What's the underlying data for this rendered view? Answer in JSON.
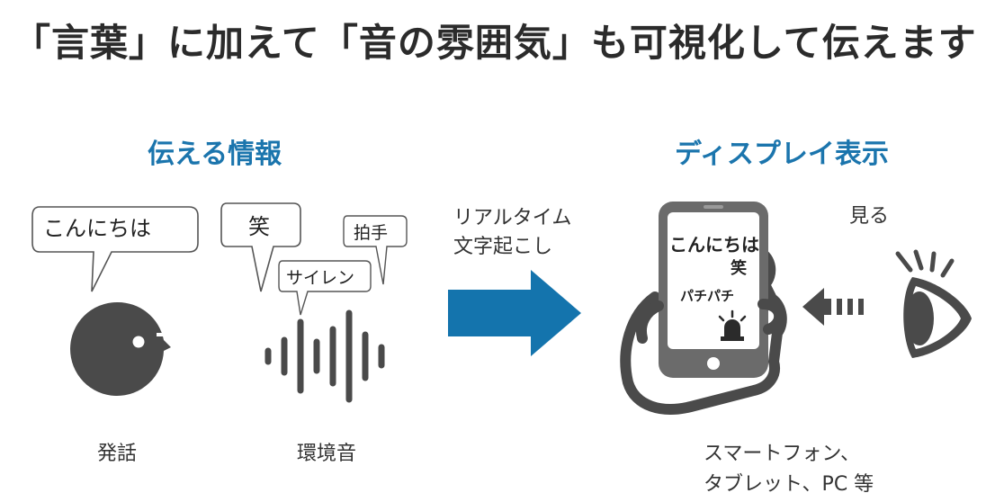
{
  "title": "「言葉」に加えて「音の雰囲気」も可視化して伝えます",
  "left_section": {
    "heading": "伝える情報",
    "speech": {
      "bubble": "こんにちは",
      "label": "発話"
    },
    "environment": {
      "bubbles": [
        "笑",
        "サイレン",
        "拍手"
      ],
      "label": "環境音"
    }
  },
  "middle": {
    "caption_line1": "リアルタイム",
    "caption_line2": "文字起こし"
  },
  "right_section": {
    "heading": "ディスプレイ表示",
    "phone_lines": [
      "こんにちは",
      "笑",
      "パチパチ"
    ],
    "see_label": "見る",
    "devices_line1": "スマートフォン、",
    "devices_line2": "タブレット、PC 等"
  },
  "colors": {
    "accent_blue": "#1b75ad",
    "arrow_blue": "#1474ad",
    "gray_dark": "#4a4a4a",
    "gray_mid": "#6b6b6b"
  },
  "icons": [
    "speaking-head-icon",
    "sound-wave-icon",
    "right-arrow-icon",
    "smartphone-in-hand-icon",
    "siren-icon",
    "dotted-arrow-icon",
    "eye-icon"
  ]
}
